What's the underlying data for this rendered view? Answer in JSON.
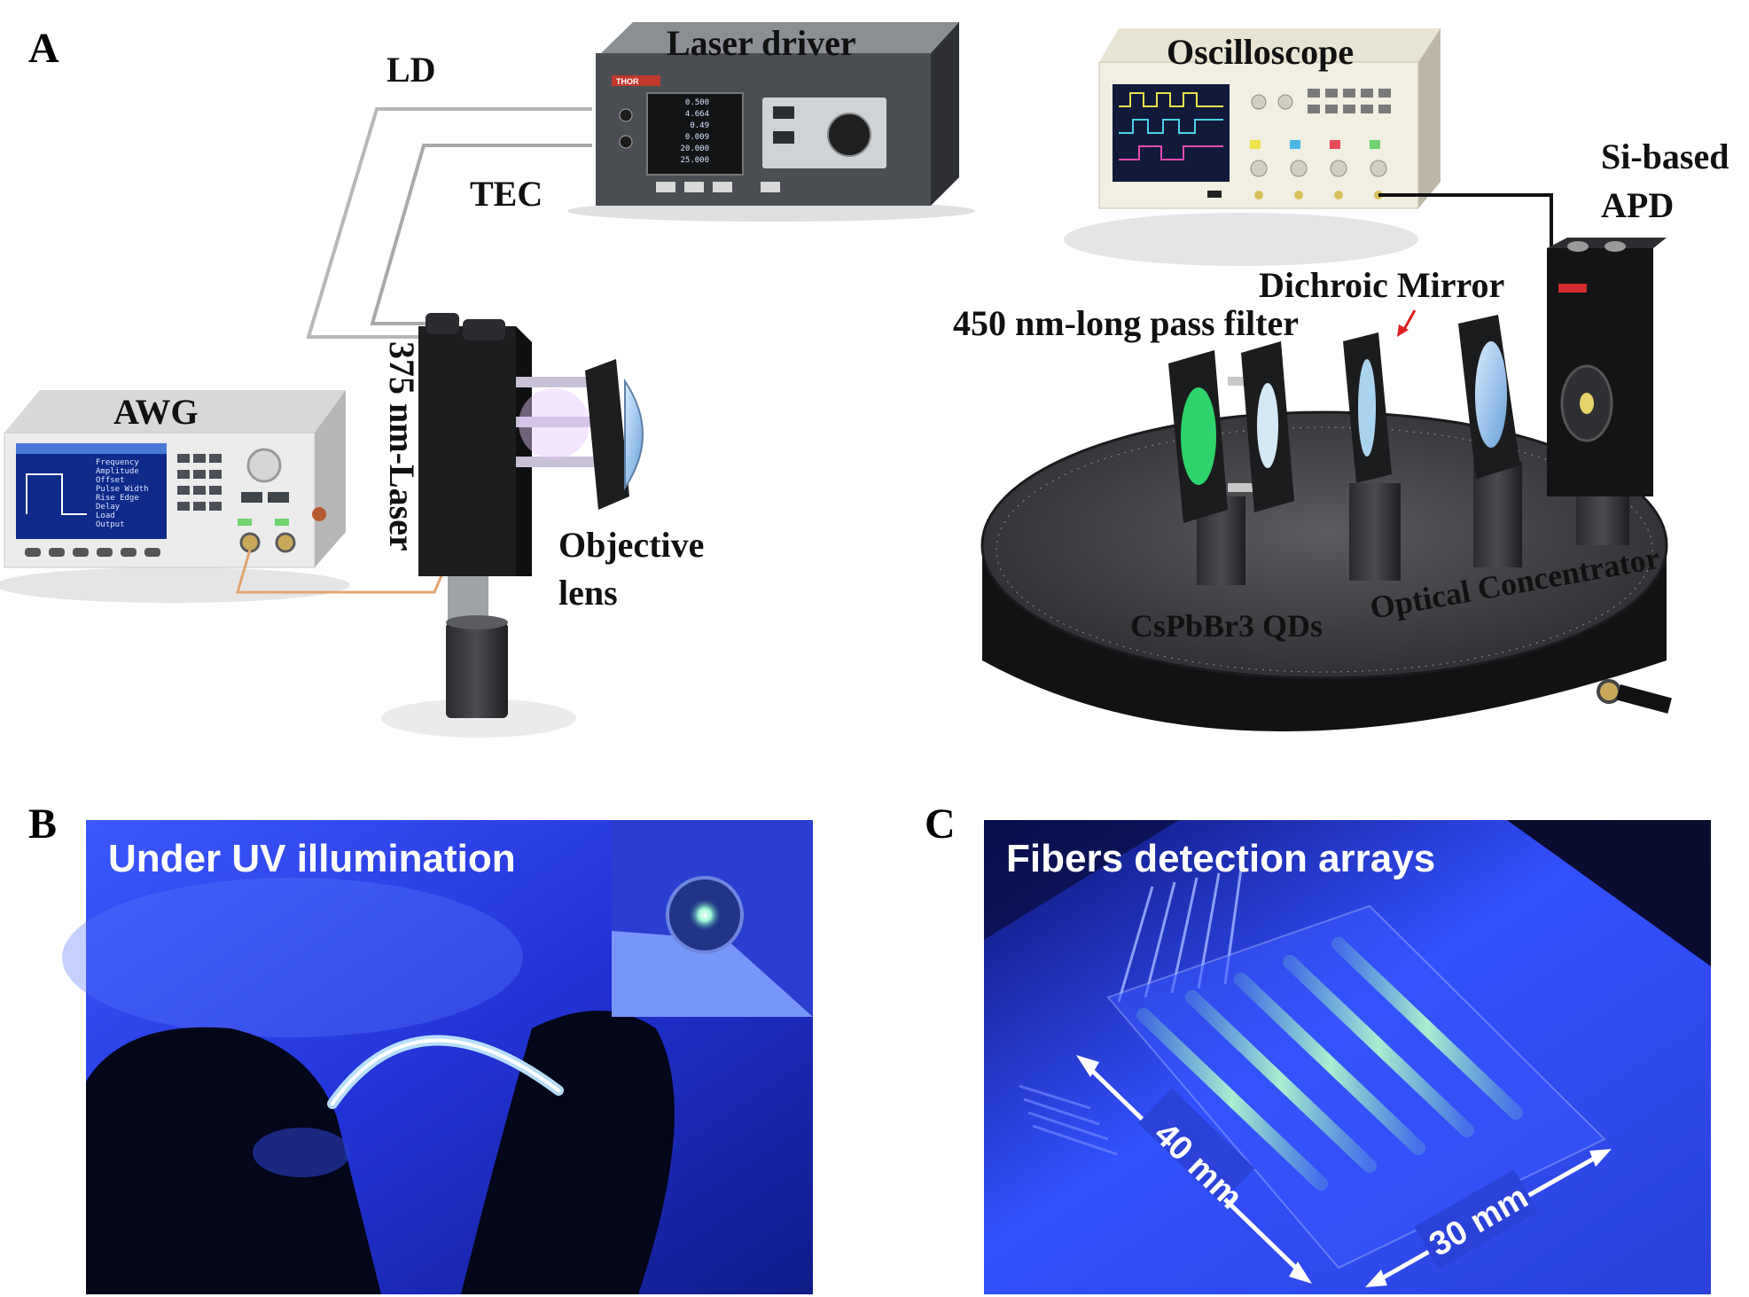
{
  "panels": {
    "a": "A",
    "b": "B",
    "c": "C"
  },
  "panel_a": {
    "laser_driver": "Laser driver",
    "ld": "LD",
    "tec": "TEC",
    "awg": "AWG",
    "laser": "375 nm-Laser",
    "objective_line1": "Objective",
    "objective_line2": "lens",
    "oscilloscope": "Oscilloscope",
    "apd_line1": "Si-based",
    "apd_line2": "APD",
    "dichroic": "Dichroic Mirror",
    "filter": "450 nm-long pass filter",
    "qds": "CsPbBr3 QDs",
    "concentrator": "Optical Concentrator",
    "driver_brand": "THOR",
    "driver_values": [
      "0.500",
      "4.664",
      "0.49",
      "0.009",
      "20.000",
      "25.000"
    ],
    "awg_readout": [
      "Frequency",
      "Amplitude",
      "Offset",
      "Pulse Width",
      "Rise Edge",
      "Delay",
      "Load",
      "Output"
    ]
  },
  "panel_b": {
    "title": "Under UV illumination"
  },
  "panel_c": {
    "title": "Fibers detection arrays",
    "dim_length": "40 mm",
    "dim_width": "30 mm"
  },
  "colors": {
    "uv_blue": "#1a3be0",
    "uv_bright": "#4a6cff",
    "fiber_glow": "#bfe8ff",
    "qd_green": "#2fd36b",
    "instrument_dark": "#3c3f44",
    "instrument_light": "#e6e3d6",
    "cable": "#b7b7b7",
    "awg_cable": "#e2a46f",
    "red_arrow": "#e02020"
  }
}
